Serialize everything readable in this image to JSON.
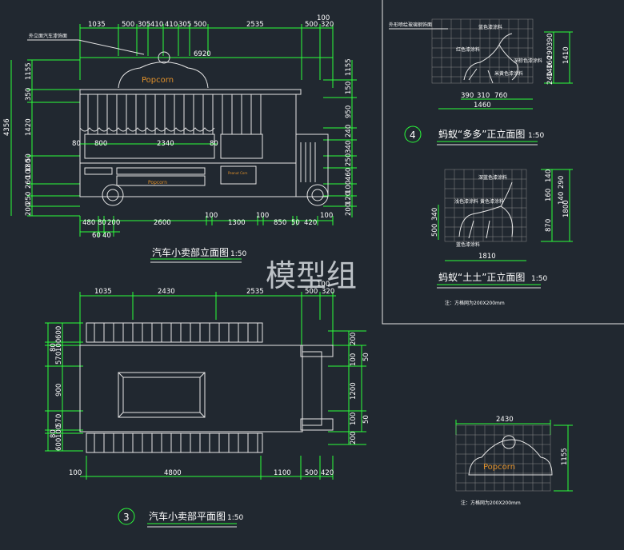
{
  "watermark": "模型组",
  "elevation_view": {
    "caption": "汽车小卖部立面图",
    "scale": "1:50",
    "callout_note": "外立面汽车漆饰面",
    "sign_text": "Popcorn",
    "panel_sign_text": "Popcorn",
    "small_sign_text": "Peanut\nCorn",
    "top_dims": [
      "1035",
      "500",
      "305",
      "410",
      "410",
      "305",
      "500",
      "2535",
      "500",
      "320"
    ],
    "top_dim_extra": "100",
    "overall_width": "6920",
    "left_dims": [
      "1155",
      "350",
      "1420",
      "50",
      "180",
      "100",
      "120",
      "260",
      "250",
      "200"
    ],
    "overall_height": "4356",
    "right_dims": [
      "1155",
      "150",
      "950",
      "240",
      "340",
      "250",
      "460",
      "100",
      "120",
      "200"
    ],
    "inner_dims": [
      "80",
      "800",
      "2340",
      "80"
    ],
    "bottom_dims": [
      "480",
      "80",
      "200",
      "2600",
      "100",
      "1300",
      "100",
      "850",
      "50",
      "420",
      "100"
    ],
    "bottom_dims_2": [
      "60",
      "40"
    ]
  },
  "plan_view": {
    "number": "3",
    "caption": "汽车小卖部平面图",
    "scale": "1:50",
    "top_dims": [
      "1035",
      "2430",
      "2535",
      "100",
      "500",
      "320"
    ],
    "left_dims": [
      "600",
      "100",
      "570",
      "900",
      "570",
      "100",
      "600"
    ],
    "left_dims_2": [
      "80",
      "80"
    ],
    "right_dims": [
      "200",
      "100",
      "1200",
      "100",
      "200"
    ],
    "right_dims_2": [
      "50",
      "50"
    ],
    "bottom_dims": [
      "100",
      "4800",
      "1100",
      "500",
      "420"
    ]
  },
  "ant_duoduo": {
    "number": "4",
    "caption": "蚂蚁“多多”正立面图",
    "scale": "1:50",
    "labels": [
      "外形喷绘玻璃钢饰面",
      "蓝色漆涂料",
      "红色漆涂料",
      "深棕色漆涂料",
      "米黄色漆涂料"
    ],
    "right_dims": [
      "390",
      "290",
      "160",
      "140",
      "240",
      "1410"
    ],
    "bottom_dims": [
      "390",
      "310",
      "760",
      "1460"
    ]
  },
  "ant_tutu": {
    "caption": "蚂蚁“土土”正立面图",
    "scale": "1:50",
    "labels": [
      "深蓝色漆涂料",
      "浅色漆涂料",
      "黄色漆涂料",
      "蓝色漆涂料"
    ],
    "right_dims": [
      "140",
      "160",
      "290",
      "140",
      "870",
      "1800"
    ],
    "left_dims": [
      "500",
      "340"
    ],
    "bottom_dims": [
      "1810"
    ],
    "note": "注：方格网为200X200mm"
  },
  "sign_detail": {
    "sign_text": "Popcorn",
    "top_dim": "2430",
    "right_dim": "1155",
    "note": "注：方格网为200X200mm"
  }
}
